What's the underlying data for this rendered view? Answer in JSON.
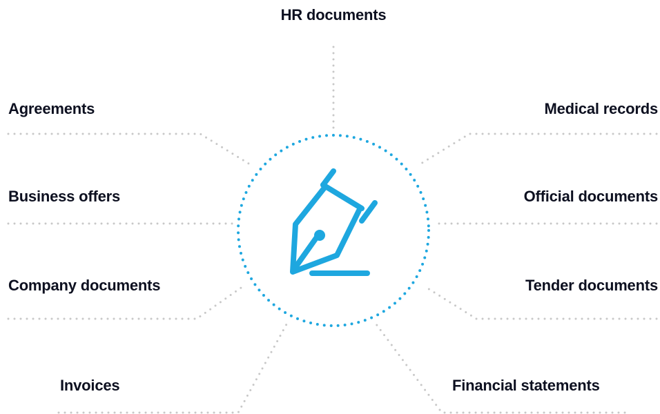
{
  "center": {
    "icon": "fountain-pen-nib-icon",
    "accent_color": "#1ea7df"
  },
  "connector_color": "#c8c8c8",
  "labels": {
    "hr_documents": "HR documents",
    "agreements": "Agreements",
    "medical_records": "Medical records",
    "business_offers": "Business offers",
    "official_documents": "Official documents",
    "company_documents": "Company documents",
    "tender_documents": "Tender documents",
    "invoices": "Invoices",
    "financial_statements": "Financial statements"
  }
}
